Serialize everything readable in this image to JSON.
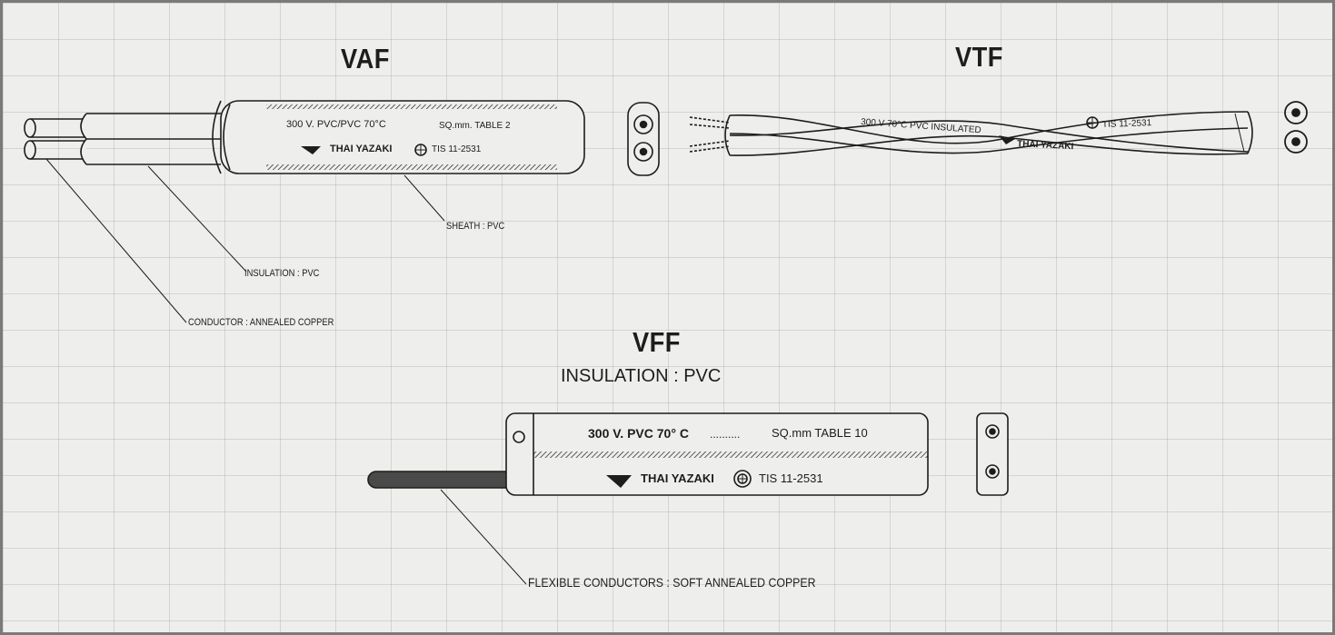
{
  "vaf": {
    "title": "VAF",
    "print_line1": "300 V. PVC/PVC 70°C",
    "print_line1b": "SQ.mm. TABLE 2",
    "brand": "THAI YAZAKI",
    "standard": "TIS 11-2531",
    "callout_sheath": "SHEATH : PVC",
    "callout_insulation": "INSULATION : PVC",
    "callout_conductor": "CONDUCTOR : ANNEALED COPPER"
  },
  "vtf": {
    "title": "VTF",
    "print_line": "300 V 70°C PVC INSULATED",
    "brand": "THAI YAZAKI",
    "standard": "TIS 11-2531"
  },
  "vff": {
    "title": "VFF",
    "subtitle": "INSULATION : PVC",
    "print_line1": "300 V. PVC 70° C",
    "print_dots": "..........",
    "print_line1b": "SQ.mm TABLE 10",
    "brand": "THAI YAZAKI",
    "standard": "TIS 11-2531",
    "callout_conductor": "FLEXIBLE CONDUCTORS : SOFT ANNEALED COPPER"
  },
  "colors": {
    "ink": "#1d1d1d",
    "paper": "#eeeeec",
    "grid": "#9a9a9a",
    "border": "#7a7a7a",
    "corner": "#f6a86a"
  }
}
